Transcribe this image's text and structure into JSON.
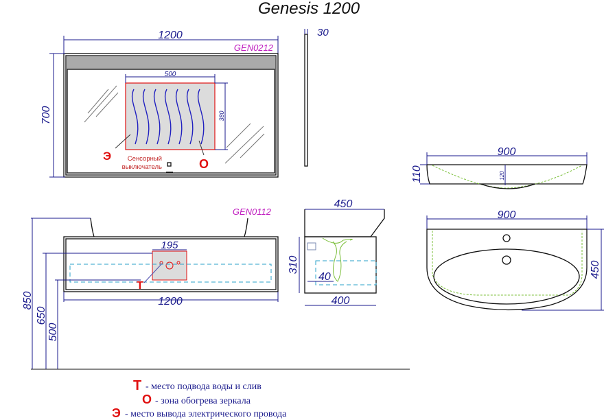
{
  "title": "Genesis 1200",
  "mirror": {
    "code": "GEN0212",
    "width_dim": "1200",
    "height_dim": "700",
    "depth_dim": "30",
    "heating_width_dim": "500",
    "heating_height_dim": "380",
    "marker_e": "Э",
    "marker_o": "О",
    "switch_label_line1": "Сенсорный",
    "switch_label_line2": "выключатель"
  },
  "cabinet": {
    "code": "GEN0112",
    "width_dim": "1200",
    "plumbing_width_dim": "195",
    "marker_t": "Т",
    "height_850": "850",
    "height_650": "650",
    "height_500": "500",
    "side_top_dim": "450",
    "side_bottom_dim": "400",
    "side_height_dim": "310",
    "side_offset_dim": "40"
  },
  "basin": {
    "front_width_dim": "900",
    "front_height_dim": "110",
    "bowl_depth_dim": "120",
    "top_width_dim": "900",
    "top_depth_dim": "450"
  },
  "legend": [
    {
      "marker": "Т",
      "text": "- место подвода воды и слив"
    },
    {
      "marker": "О",
      "text": "- зона обогрева зеркала"
    },
    {
      "marker": "Э",
      "text": "- место вывода электрического провода"
    }
  ],
  "colors": {
    "dimension": "#1a1a8c",
    "marker": "#e01010",
    "code": "#c020c0",
    "heating_wave": "#2020c0",
    "hidden_line": "#2aa0c8"
  }
}
